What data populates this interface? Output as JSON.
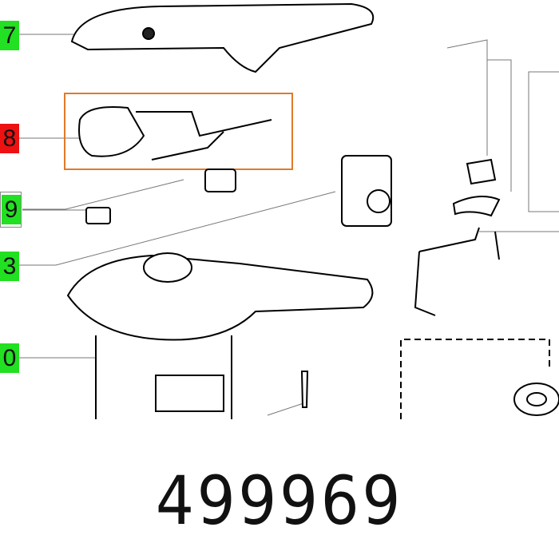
{
  "callouts": [
    {
      "label": "7",
      "color": "#22e022"
    },
    {
      "label": "8",
      "color": "#ee1111"
    },
    {
      "label": "9",
      "color": "#22e022"
    },
    {
      "label": "3",
      "color": "#22e022"
    },
    {
      "label": "0",
      "color": "#22e022"
    }
  ],
  "highlight_color": "#e07a2a",
  "part_number": "499969"
}
